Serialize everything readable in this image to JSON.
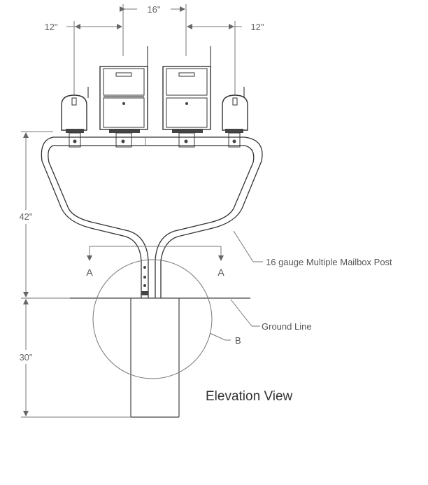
{
  "dimensions": {
    "top_center": "16\"",
    "left_offset": "12\"",
    "right_offset": "12\"",
    "height_above": "42\"",
    "depth_below": "30\""
  },
  "labels": {
    "section_left": "A",
    "section_right": "A",
    "post_callout": "16 gauge Multiple Mailbox Post",
    "ground_callout": "Ground Line",
    "detail_callout": "B",
    "view_title": "Elevation View"
  }
}
